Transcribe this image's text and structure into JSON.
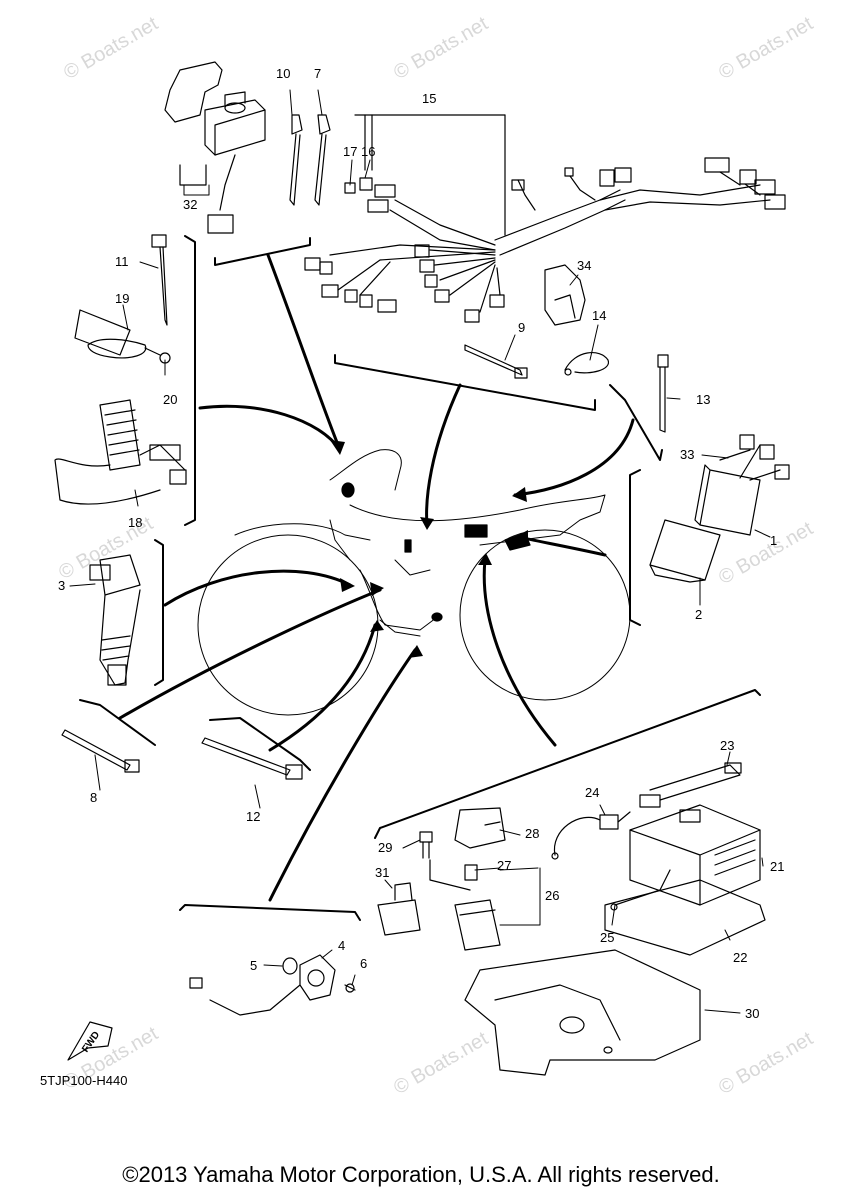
{
  "watermark": "© Boats.net",
  "diagram_code": "5TJP100-H440",
  "copyright": "©2013 Yamaha Motor Corporation, U.S.A. All rights reserved.",
  "fwd_label": "FWD",
  "callouts": [
    "1",
    "2",
    "3",
    "4",
    "5",
    "6",
    "7",
    "8",
    "9",
    "10",
    "11",
    "12",
    "13",
    "14",
    "15",
    "16",
    "17",
    "18",
    "19",
    "20",
    "21",
    "22",
    "23",
    "24",
    "25",
    "26",
    "27",
    "28",
    "29",
    "30",
    "31",
    "32",
    "33",
    "34"
  ]
}
